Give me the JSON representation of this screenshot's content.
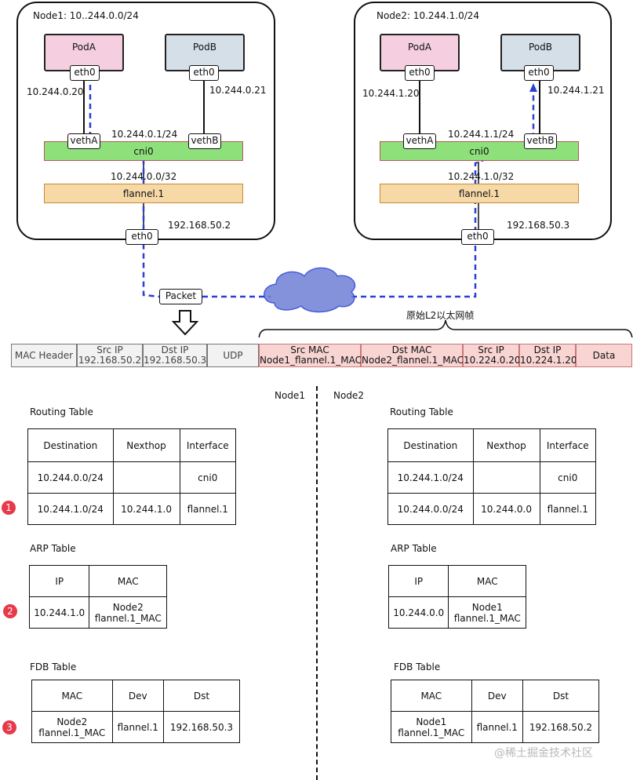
{
  "node1": {
    "title": "Node1: 10..244.0.0/24",
    "pods": {
      "a": "PodA",
      "b": "PodB"
    },
    "eth0": "eth0",
    "pod_a_ip": "10.244.0.20",
    "pod_b_ip": "10.244.0.21",
    "cni_ip": "10.244.0.1/24",
    "veth_a": "vethA",
    "veth_b": "vethB",
    "cni": "cni0",
    "flannel_ip": "10.244.0.0/32",
    "flannel": "flannel.1",
    "host_eth0": "eth0",
    "host_ip": "192.168.50.2"
  },
  "node2": {
    "title": "Node2: 10.244.1.0/24",
    "pods": {
      "a": "PodA",
      "b": "PodB"
    },
    "eth0": "eth0",
    "pod_a_ip": "10.244.1.20",
    "pod_b_ip": "10.244.1.21",
    "cni_ip": "10.244.1.1/24",
    "veth_a": "vethA",
    "veth_b": "vethB",
    "cni": "cni0",
    "flannel_ip": "10.244.1.0/32",
    "flannel": "flannel.1",
    "host_eth0": "eth0",
    "host_ip": "192.168.50.3"
  },
  "packet": {
    "label": "Packet",
    "brace_label": "原始L2以太网帧",
    "outer": [
      {
        "l1": "MAC Header",
        "l2": ""
      },
      {
        "l1": "Src IP",
        "l2": "192.168.50.2"
      },
      {
        "l1": "Dst IP",
        "l2": "192.168.50.3"
      },
      {
        "l1": "UDP",
        "l2": ""
      }
    ],
    "inner": [
      {
        "l1": "Src MAC",
        "l2": "Node1_flannel.1_MAC"
      },
      {
        "l1": "Dst MAC",
        "l2": "Node2_flannel.1_MAC"
      },
      {
        "l1": "Src IP",
        "l2": "10.224.0.20"
      },
      {
        "l1": "Dst IP",
        "l2": "10.224.1.20"
      },
      {
        "l1": "Data",
        "l2": ""
      }
    ]
  },
  "divider": {
    "left": "Node1",
    "right": "Node2"
  },
  "markers": [
    "1",
    "2",
    "3"
  ],
  "left_tables": {
    "routing_title": "Routing Table",
    "routing_header": [
      "Destination",
      "Nexthop",
      "Interface"
    ],
    "routing_rows": [
      [
        "10.244.0.0/24",
        "",
        "cni0"
      ],
      [
        "10.244.1.0/24",
        "10.244.1.0",
        "flannel.1"
      ]
    ],
    "arp_title": "ARP Table",
    "arp_header": [
      "IP",
      "MAC"
    ],
    "arp_row": {
      "ip": "10.244.1.0",
      "mac1": "Node2",
      "mac2": "flannel.1_MAC"
    },
    "fdb_title": "FDB Table",
    "fdb_header": [
      "MAC",
      "Dev",
      "Dst"
    ],
    "fdb_row": {
      "mac1": "Node2",
      "mac2": "flannel.1_MAC",
      "dev": "flannel.1",
      "dst": "192.168.50.3"
    }
  },
  "right_tables": {
    "routing_title": "Routing Table",
    "routing_header": [
      "Destination",
      "Nexthop",
      "Interface"
    ],
    "routing_rows": [
      [
        "10.244.1.0/24",
        "",
        "cni0"
      ],
      [
        "10.244.0.0/24",
        "10.244.0.0",
        "flannel.1"
      ]
    ],
    "arp_title": "ARP Table",
    "arp_header": [
      "IP",
      "MAC"
    ],
    "arp_row": {
      "ip": "10.244.0.0",
      "mac1": "Node1",
      "mac2": "flannel.1_MAC"
    },
    "fdb_title": "FDB Table",
    "fdb_header": [
      "MAC",
      "Dev",
      "Dst"
    ],
    "fdb_row": {
      "mac1": "Node1",
      "mac2": "flannel.1_MAC",
      "dev": "flannel.1",
      "dst": "192.168.50.2"
    }
  },
  "watermark": "@稀土掘金技术社区",
  "colors": {
    "path": "#2a3fd6",
    "cni": "#8ee07a",
    "flannel": "#f7d9a8",
    "pink": "#f5cfe0",
    "header_red": "#f8d5d3",
    "marker": "#e8394a"
  }
}
